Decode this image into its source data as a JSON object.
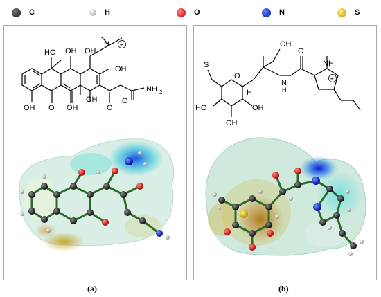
{
  "legend": {
    "items": [
      {
        "symbol": "C",
        "color": "#1a1a1a"
      },
      {
        "symbol": "H",
        "color": "#bdbdbd"
      },
      {
        "symbol": "O",
        "color": "#e01010"
      },
      {
        "symbol": "N",
        "color": "#1030c8"
      },
      {
        "symbol": "S",
        "color": "#e8c000"
      }
    ]
  },
  "panel_a": {
    "caption": "(a)",
    "labels": {
      "oh1": "HO",
      "oh2": "OH",
      "oh3": "OH",
      "oh4": "OH",
      "oh5": "OH",
      "oh6": "OH",
      "oh7": "OH",
      "o1": "O",
      "o2": "O",
      "o3": "O",
      "n": "N",
      "nh2": "NH",
      "sub2": "2",
      "plus": "+"
    }
  },
  "panel_b": {
    "caption": "(b)",
    "labels": {
      "oh1": "OH",
      "s": "S",
      "o_ring": "O",
      "h": "H",
      "nh": "N",
      "h2": "H",
      "o_amide": "O",
      "nh_ring": "NH",
      "ho": "HO",
      "oh2": "OH",
      "oh3": "OH",
      "plus": "+"
    }
  }
}
